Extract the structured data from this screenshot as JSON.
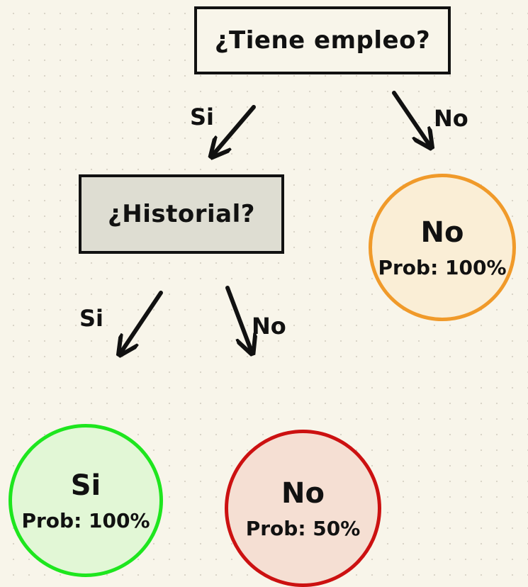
{
  "root_question": "¿Tiene empleo?",
  "sub_question": "¿Historial?",
  "edges": {
    "root_yes": "Si",
    "root_no": "No",
    "sub_yes": "Si",
    "sub_no": "No"
  },
  "leaves": {
    "right": {
      "result": "No",
      "prob": "Prob: 100%"
    },
    "left_yes": {
      "result": "Si",
      "prob": "Prob: 100%"
    },
    "left_no": {
      "result": "No",
      "prob": "Prob: 50%"
    }
  },
  "colors": {
    "box_fill_root": "#f8f5ea",
    "box_fill_sub": "#deddd2",
    "leaf_right_border": "#f09a2a",
    "leaf_right_fill": "#faeed6",
    "leaf_yes_border": "#1ee61e",
    "leaf_yes_fill": "#e2f7d6",
    "leaf_no_border": "#cc1111",
    "leaf_no_fill": "#f5dfd3"
  }
}
